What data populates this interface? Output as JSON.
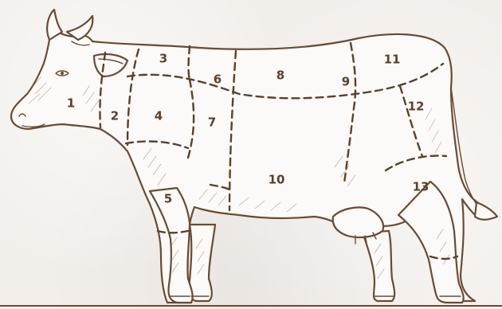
{
  "diagram": {
    "colors": {
      "ink": "#6b4a33",
      "dash": "#5f3f29",
      "background": "#f2efeb",
      "body_fill": "#fbfaf8"
    },
    "cuts": [
      {
        "id": "1",
        "label": "1"
      },
      {
        "id": "2",
        "label": "2"
      },
      {
        "id": "3",
        "label": "3"
      },
      {
        "id": "4",
        "label": "4"
      },
      {
        "id": "5",
        "label": "5"
      },
      {
        "id": "6",
        "label": "6"
      },
      {
        "id": "7",
        "label": "7"
      },
      {
        "id": "8",
        "label": "8"
      },
      {
        "id": "9",
        "label": "9"
      },
      {
        "id": "10",
        "label": "10"
      },
      {
        "id": "11",
        "label": "11"
      },
      {
        "id": "12",
        "label": "12"
      },
      {
        "id": "13",
        "label": "13"
      }
    ]
  }
}
